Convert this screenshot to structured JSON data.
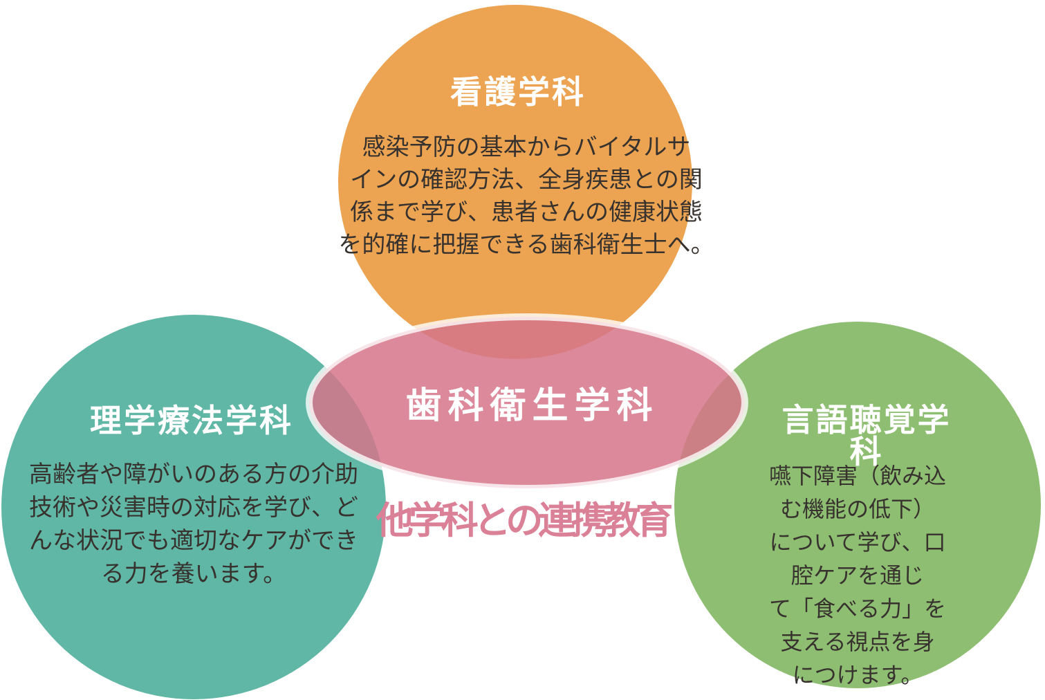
{
  "diagram": {
    "center": {
      "title": "歯科衛生学科",
      "subtitle": "他学科との連携教育"
    },
    "circles": {
      "nursing": {
        "title": "看護学科",
        "body": "感染予防の基本からバイタルサ\nインの確認方法、全身疾患との関\n係まで学び、患者さんの健康状態\nを的確に把握できる歯科衛生士へ。"
      },
      "physical_therapy": {
        "title": "理学療法学科",
        "body": "高齢者や障がいのある方の介助\n技術や災害時の対応を学び、ど\nんな状況でも適切なケアができ\nる力を養います。"
      },
      "speech_hearing": {
        "title": "言語聴覚学科",
        "body": "嚥下障害（飲み込む機能の低下）\nについて学び、口腔ケアを通じ\nて「食べる力」を支える視点を身\nにつけます。"
      }
    },
    "colors": {
      "nursing_orange": "#ECA452",
      "physical_therapy_teal": "#60B7A5",
      "speech_hearing_green": "#8EBE72",
      "center_pink": "#D67589",
      "subtitle_pink": "#DB8197",
      "body_text": "#37322E",
      "title_text": "#FFFFFF"
    }
  }
}
